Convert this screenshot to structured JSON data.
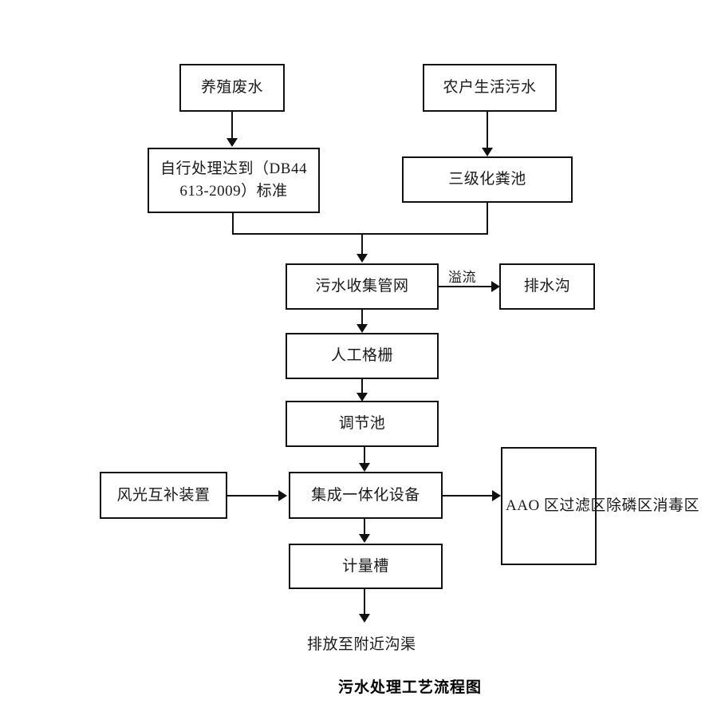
{
  "title": "污水处理工艺流程图",
  "diagram": {
    "type": "flowchart",
    "orientation": "top-to-bottom",
    "nodes": [
      {
        "id": "breeding-wastewater",
        "label": "养殖废水"
      },
      {
        "id": "household-sewage",
        "label": "农户生活污水"
      },
      {
        "id": "self-treatment-standard",
        "label_line1": "自行处理达到（DB44",
        "label_line2": "613-2009）标准"
      },
      {
        "id": "three-stage-septic-tank",
        "label": "三级化粪池"
      },
      {
        "id": "sewage-collection-network",
        "label": "污水收集管网"
      },
      {
        "id": "drainage-ditch",
        "label": "排水沟"
      },
      {
        "id": "manual-grille",
        "label": "人工格栅"
      },
      {
        "id": "regulating-tank",
        "label": "调节池"
      },
      {
        "id": "wind-solar-hybrid-device",
        "label": "风光互补装置"
      },
      {
        "id": "integrated-equipment",
        "label": "集成一体化设备"
      },
      {
        "id": "metering-tank",
        "label": "计量槽"
      },
      {
        "id": "treatment-zones",
        "lines": [
          "AAO 区",
          "过滤区",
          "除磷区",
          "消毒区"
        ]
      }
    ],
    "edge_labels": [
      {
        "id": "overflow",
        "label": "溢流"
      }
    ],
    "terminal_text": "排放至附近沟渠",
    "colors": {
      "stroke": "#111111",
      "text": "#1a1a1a",
      "background": "#ffffff",
      "title": "#000000"
    }
  }
}
